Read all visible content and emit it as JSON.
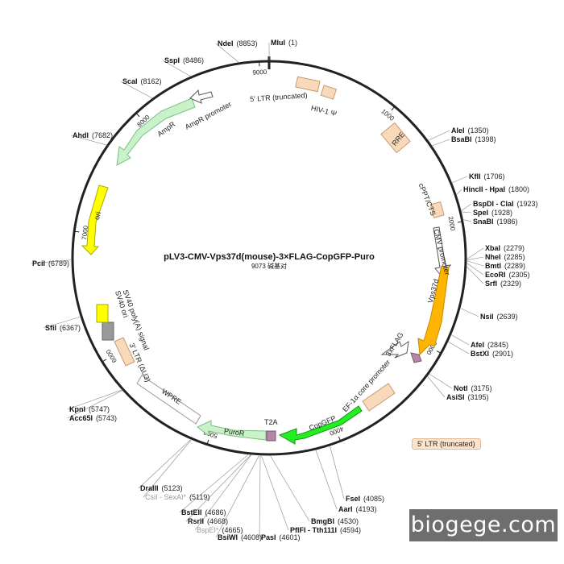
{
  "plasmid": {
    "name": "pLV3-CMV-Vps37d(mouse)-3×FLAG-CopGFP-Puro",
    "size_label": "9073 碱基对",
    "length": 9073
  },
  "ticks": [
    "1000",
    "2000",
    "3000",
    "4000",
    "5000",
    "6000",
    "7000",
    "8000",
    "9000"
  ],
  "sites": [
    {
      "name": "MluI",
      "pos": "(1)"
    },
    {
      "name": "AleI",
      "pos": "(1350)"
    },
    {
      "name": "BsaBI",
      "pos": "(1398)"
    },
    {
      "name": "KflI",
      "pos": "(1706)"
    },
    {
      "name": "HincII - HpaI",
      "pos": "(1800)"
    },
    {
      "name": "BspDI - ClaI",
      "pos": "(1923)"
    },
    {
      "name": "SpeI",
      "pos": "(1928)"
    },
    {
      "name": "SnaBI",
      "pos": "(1986)"
    },
    {
      "name": "XbaI",
      "pos": "(2279)"
    },
    {
      "name": "NheI",
      "pos": "(2285)"
    },
    {
      "name": "BmtI",
      "pos": "(2289)"
    },
    {
      "name": "EcoRI",
      "pos": "(2305)"
    },
    {
      "name": "SrfI",
      "pos": "(2329)"
    },
    {
      "name": "NsiI",
      "pos": "(2639)"
    },
    {
      "name": "AfeI",
      "pos": "(2845)"
    },
    {
      "name": "BstXI",
      "pos": "(2901)"
    },
    {
      "name": "NotI",
      "pos": "(3175)"
    },
    {
      "name": "AsiSI",
      "pos": "(3195)"
    },
    {
      "name": "FseI",
      "pos": "(4085)"
    },
    {
      "name": "AarI",
      "pos": "(4193)"
    },
    {
      "name": "BmgBI",
      "pos": "(4530)"
    },
    {
      "name": "PflFI - Tth111I",
      "pos": "(4594)"
    },
    {
      "name": "PasI",
      "pos": "(4601)"
    },
    {
      "name": "BsiWI",
      "pos": "(4608)"
    },
    {
      "name": "BspEI*",
      "pos": "(4665)"
    },
    {
      "name": "RsrII",
      "pos": "(4668)"
    },
    {
      "name": "BstEII",
      "pos": "(4686)"
    },
    {
      "name": "CsiI - SexAI*",
      "pos": "(5119)"
    },
    {
      "name": "DraIII",
      "pos": "(5123)"
    },
    {
      "name": "Acc65I",
      "pos": "(5743)"
    },
    {
      "name": "KpnI",
      "pos": "(5747)"
    },
    {
      "name": "SfiI",
      "pos": "(6367)"
    },
    {
      "name": "PciI",
      "pos": "(6789)"
    },
    {
      "name": "AhdI",
      "pos": "(7682)"
    },
    {
      "name": "ScaI",
      "pos": "(8162)"
    },
    {
      "name": "SspI",
      "pos": "(8486)"
    },
    {
      "name": "NdeI",
      "pos": "(8853)"
    }
  ],
  "features": {
    "ltr5_top": "5' LTR (truncated)",
    "hiv_psi": "HIV-1 Ψ",
    "rre": "RRE",
    "cppt": "cPPT/CTS",
    "cmv": "CMV promoter",
    "vps37d": "Vps37d",
    "flag": "3xFLAG",
    "ef1a": "EF-1α core promoter",
    "ltr5_bottom": "5' LTR (truncated)",
    "copgfp": "CopGFP",
    "t2a": "T2A",
    "puror": "PuroR",
    "wpre": "WPRE",
    "ltr3": "3' LTR (ΔU3)",
    "sv40ori": "SV40 ori",
    "sv40polya": "SV40 poly(A) signal",
    "ori": "ori",
    "ampr": "AmpR",
    "ampr_promoter": "AmpR promoter"
  },
  "colors": {
    "backbone": "#222222",
    "ltr": "#f8d9b9",
    "ampr": "#c9f2cb",
    "ori": "#ffff00",
    "vps37d": "#ffb400",
    "copgfp": "#22ee22",
    "puror": "#c9f2cb",
    "t2a": "#b585a8",
    "flag": "#b585a8",
    "sv40polya": "#ffff00",
    "sv40ori": "#999999"
  },
  "watermark": "biogege.com"
}
